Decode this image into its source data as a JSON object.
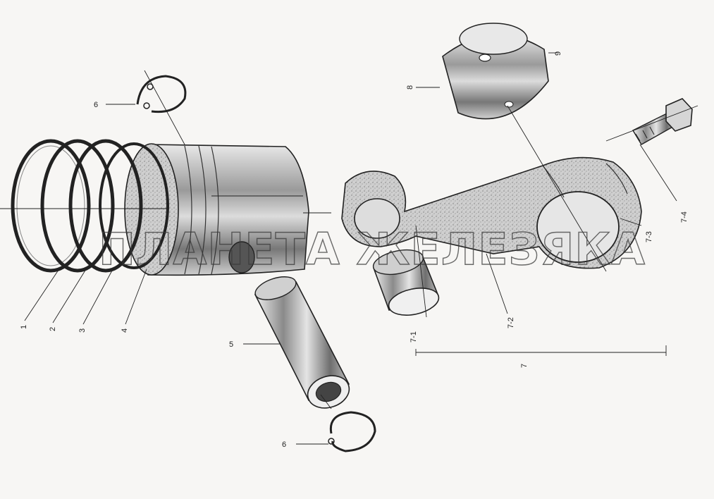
{
  "diagram": {
    "callouts": {
      "ring1": "1",
      "ring2": "2",
      "ring3": "3",
      "ring4": "4",
      "pin": "5",
      "clip_top": "6",
      "clip_bottom": "6",
      "rod_assembly": "7",
      "rod_bushing": "7-1",
      "rod_body": "7-2",
      "rod_cap": "7-3",
      "rod_bolt": "7-4",
      "bearing_shell": "8",
      "bearing_tab": "9"
    },
    "watermark": "ПЛАНЕТА ЖЕЛЕЗЯКА"
  }
}
